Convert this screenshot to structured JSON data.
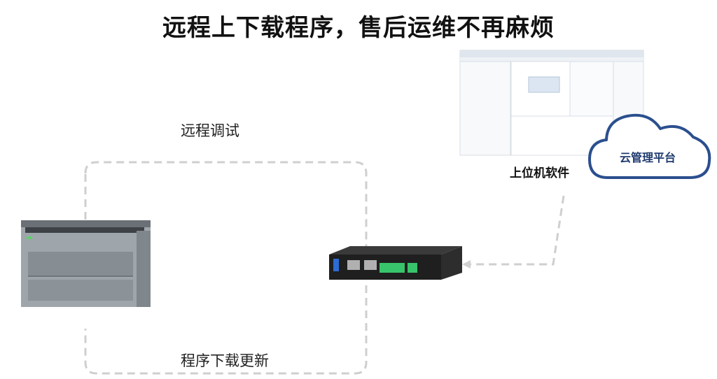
{
  "title": "远程上下载程序，售后运维不再麻烦",
  "labels": {
    "remote_debug": "远程调试",
    "program_update": "程序下载更新",
    "host_software": "上位机软件",
    "cloud_platform": "云管理平台"
  },
  "colors": {
    "dashed_line": "#cfcfcf",
    "cloud_stroke": "#2b4f8f",
    "plc_body": "#9ea5ab",
    "gateway_body": "#2a2a2a",
    "terminal_green": "#38c46a"
  }
}
